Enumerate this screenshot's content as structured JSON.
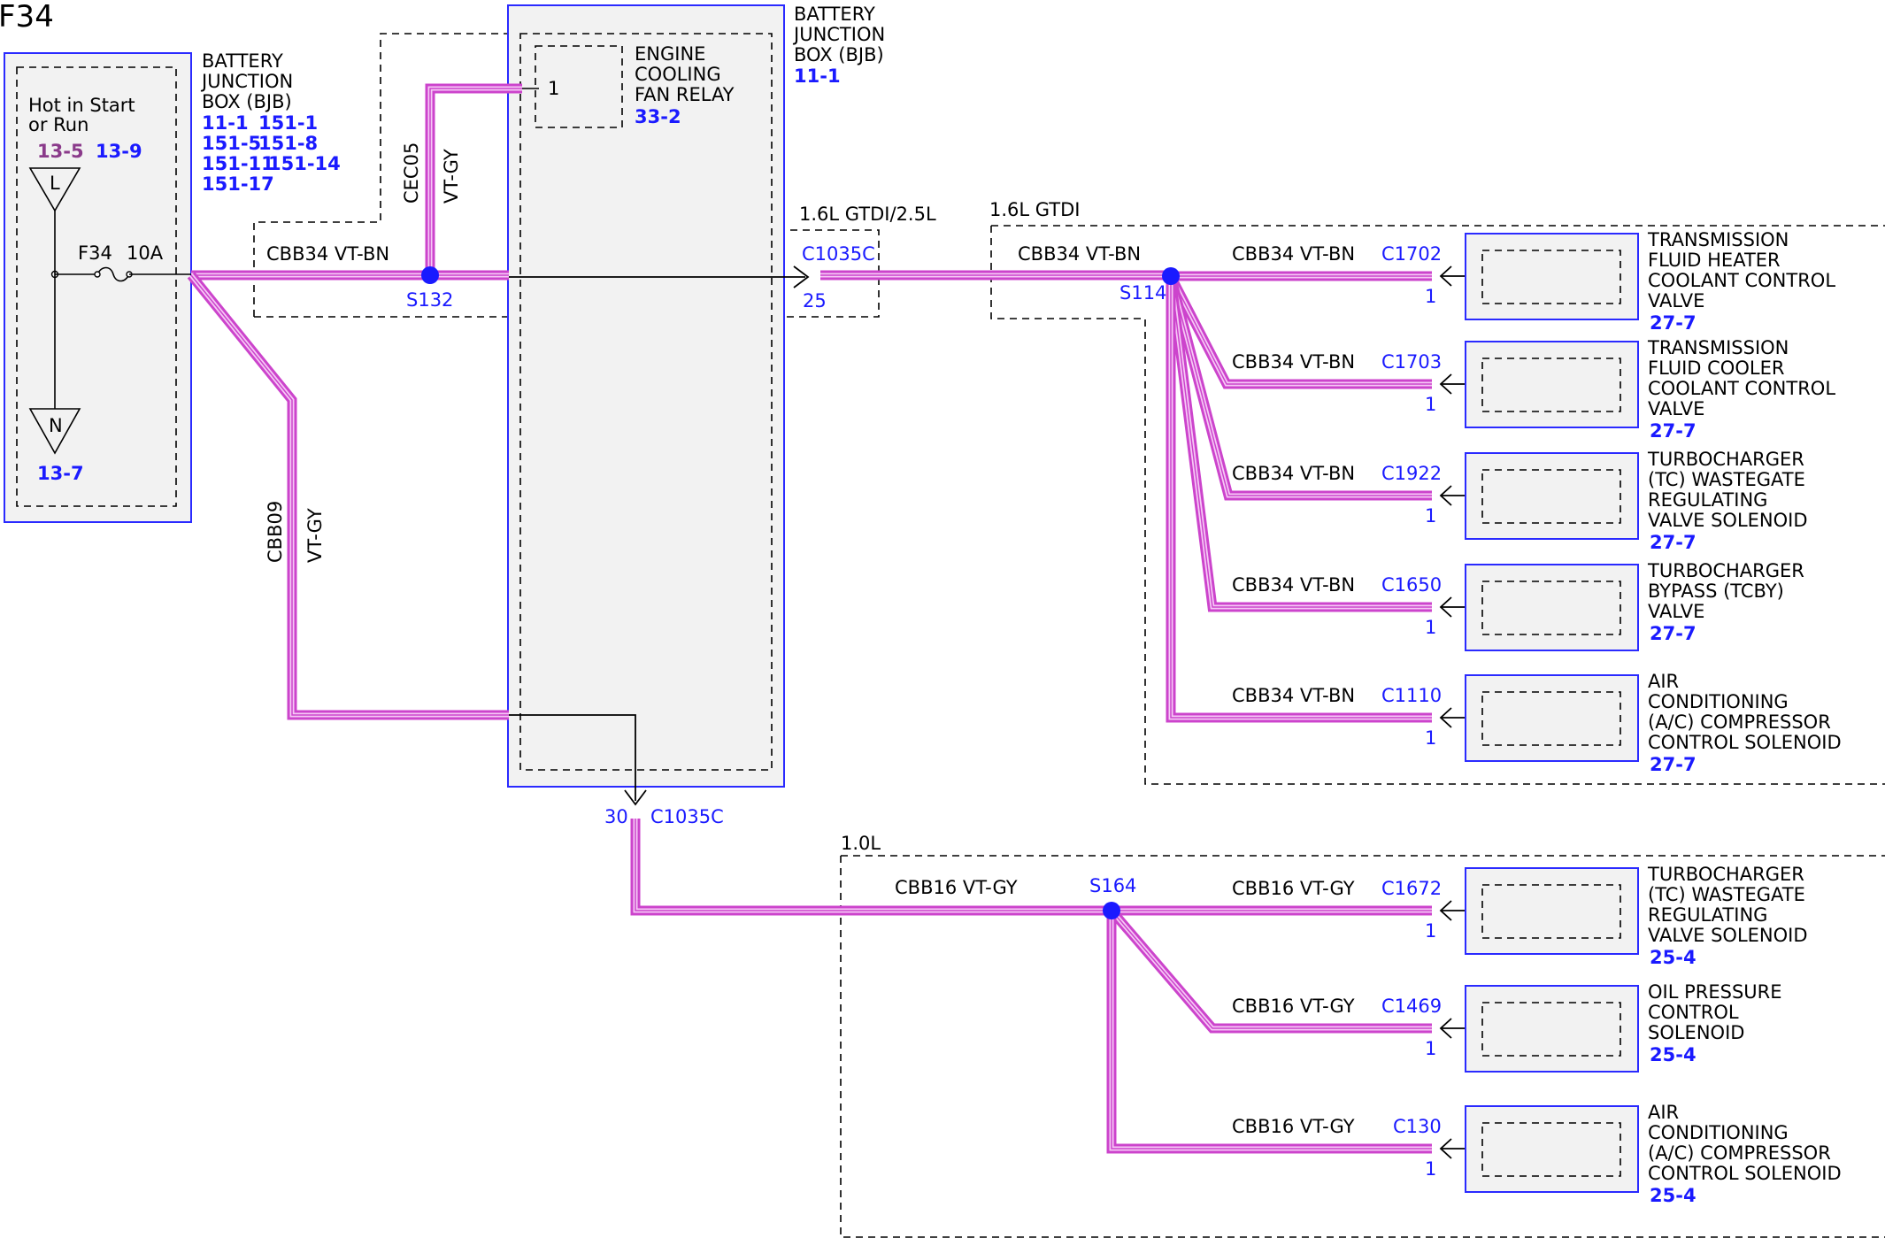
{
  "page_title": "F34",
  "colors": {
    "wire": "#cc44cc",
    "wire_core": "#f6c8f6",
    "ref_blue": "#1a1aff",
    "ref_purple": "#8a3a8a",
    "module_fill": "#f2f2f2",
    "module_border": "#2a2aff"
  },
  "bjb_left": {
    "title": [
      "BATTERY",
      "JUNCTION",
      "BOX (BJB)"
    ],
    "refs": [
      "11-1",
      "151-1",
      "151-5",
      "151-8",
      "151-11",
      "151-14",
      "151-17"
    ],
    "hot_label": [
      "Hot in Start",
      "or Run"
    ],
    "ref_purple": "13-5",
    "ref_blue": "13-9",
    "fuse": "F34",
    "fuse_rating": "10A",
    "tri_top": "L",
    "tri_bottom": "N",
    "ref_bottom": "13-7"
  },
  "bjb_center": {
    "title": [
      "BATTERY",
      "JUNCTION",
      "BOX (BJB)"
    ],
    "ref": "11-1",
    "relay_label": [
      "ENGINE",
      "COOLING",
      "FAN RELAY"
    ],
    "relay_ref": "33-2",
    "relay_pin": "1"
  },
  "wires": {
    "cec05_circuit": "CEC05",
    "cec05_color": "VT-GY",
    "cbb09_circuit": "CBB09",
    "cbb09_color": "VT-GY",
    "cbb34_left": "CBB34  VT-BN",
    "cbb34_mid": "CBB34  VT-BN",
    "cbb16_main": "CBB16  VT-GY"
  },
  "splices": {
    "s132": "S132",
    "s114": "S114",
    "s164": "S164"
  },
  "connectors": {
    "c1035c_top": "C1035C",
    "c1035c_top_pin": "25",
    "c1035c_bottom": "C1035C",
    "c1035c_bottom_pin": "30"
  },
  "regions": {
    "r1": "1.6L GTDI/2.5L",
    "r2": "1.6L GTDI",
    "r3": "1.0L"
  },
  "loads_upper": [
    {
      "wire": "CBB34  VT-BN",
      "connector": "C1702",
      "pin": "1",
      "name": [
        "TRANSMISSION",
        "FLUID HEATER",
        "COOLANT CONTROL",
        "VALVE"
      ],
      "ref": "27-7"
    },
    {
      "wire": "CBB34  VT-BN",
      "connector": "C1703",
      "pin": "1",
      "name": [
        "TRANSMISSION",
        "FLUID COOLER",
        "COOLANT CONTROL",
        "VALVE"
      ],
      "ref": "27-7"
    },
    {
      "wire": "CBB34  VT-BN",
      "connector": "C1922",
      "pin": "1",
      "name": [
        "TURBOCHARGER",
        "(TC) WASTEGATE",
        "REGULATING",
        "VALVE SOLENOID"
      ],
      "ref": "27-7"
    },
    {
      "wire": "CBB34  VT-BN",
      "connector": "C1650",
      "pin": "1",
      "name": [
        "TURBOCHARGER",
        "BYPASS (TCBY)",
        "VALVE"
      ],
      "ref": "27-7"
    },
    {
      "wire": "CBB34  VT-BN",
      "connector": "C1110",
      "pin": "1",
      "name": [
        "AIR",
        "CONDITIONING",
        "(A/C) COMPRESSOR",
        "CONTROL SOLENOID"
      ],
      "ref": "27-7"
    }
  ],
  "loads_lower": [
    {
      "wire": "CBB16  VT-GY",
      "connector": "C1672",
      "pin": "1",
      "name": [
        "TURBOCHARGER",
        "(TC) WASTEGATE",
        "REGULATING",
        "VALVE SOLENOID"
      ],
      "ref": "25-4"
    },
    {
      "wire": "CBB16  VT-GY",
      "connector": "C1469",
      "pin": "1",
      "name": [
        "OIL PRESSURE",
        "CONTROL",
        "SOLENOID"
      ],
      "ref": "25-4"
    },
    {
      "wire": "CBB16  VT-GY",
      "connector": "C130",
      "pin": "1",
      "name": [
        "AIR",
        "CONDITIONING",
        "(A/C) COMPRESSOR",
        "CONTROL SOLENOID"
      ],
      "ref": "25-4"
    }
  ]
}
